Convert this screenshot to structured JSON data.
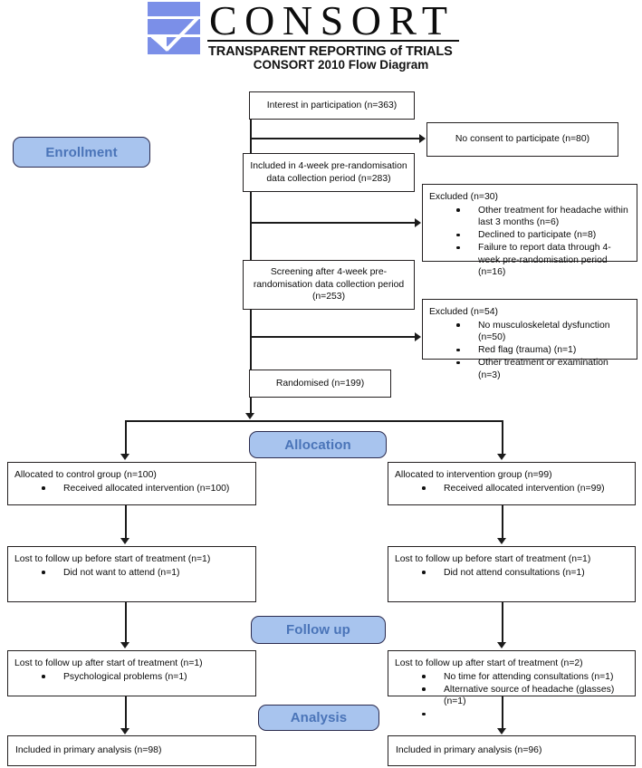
{
  "header": {
    "logo_word": "CONSORT",
    "logo_icon": "consort-checkmark-logo",
    "tagline": "TRANSPARENT REPORTING of TRIALS",
    "diagram_title": "CONSORT 2010 Flow Diagram"
  },
  "colors": {
    "badge_fill": "#a8c4ee",
    "badge_border": "#2b2b4e",
    "badge_text": "#4a74b8",
    "logo_blue": "#7b8fe8",
    "box_border": "#231f20",
    "line": "#1b1b1b"
  },
  "stages": {
    "enrollment": "Enrollment",
    "allocation": "Allocation",
    "followup": "Follow up",
    "analysis": "Analysis"
  },
  "boxes": {
    "interest": "Interest in participation (n=363)",
    "no_consent": "No consent to participate (n=80)",
    "included_pre": "Included in 4-week pre-randomisation\ndata collection period (n=283)",
    "screening": "Screening after 4-week pre-\nrandomisation data collection period\n(n=253)",
    "randomised": "Randomised (n=199)",
    "excluded_1": {
      "heading": "Excluded (n=30)",
      "items": [
        "Other treatment for headache within last 3 months (n=6)",
        "Declined to participate (n=8)",
        "Failure to report data through 4-week pre-randomisation period (n=16)"
      ]
    },
    "excluded_2": {
      "heading": "Excluded (n=54)",
      "items": [
        "No musculoskeletal dysfunction (n=50)",
        "Red flag (trauma) (n=1)",
        "Other treatment or examination (n=3)"
      ]
    },
    "alloc_left": {
      "heading": "Allocated to control group (n=100)",
      "items": [
        "Received allocated intervention (n=100)"
      ]
    },
    "alloc_right": {
      "heading": "Allocated to intervention group (n=99)",
      "items": [
        "Received allocated intervention (n=99)"
      ]
    },
    "lost_before_left": {
      "heading": "Lost to follow up before start of treatment (n=1)",
      "items": [
        "Did not want to attend (n=1)"
      ]
    },
    "lost_before_right": {
      "heading": "Lost to follow up before start of treatment (n=1)",
      "items": [
        "Did not attend consultations (n=1)"
      ]
    },
    "lost_after_left": {
      "heading": "Lost to follow up after start of treatment (n=1)",
      "items": [
        "Psychological problems (n=1)"
      ]
    },
    "lost_after_right": {
      "heading": "Lost to follow up after start of treatment (n=2)",
      "items": [
        "No time for attending consultations (n=1)",
        "Alternative source of headache (glasses) (n=1)",
        ""
      ]
    },
    "analysis_left": "Included in primary analysis (n=98)",
    "analysis_right": "Included in primary analysis (n=96)"
  }
}
